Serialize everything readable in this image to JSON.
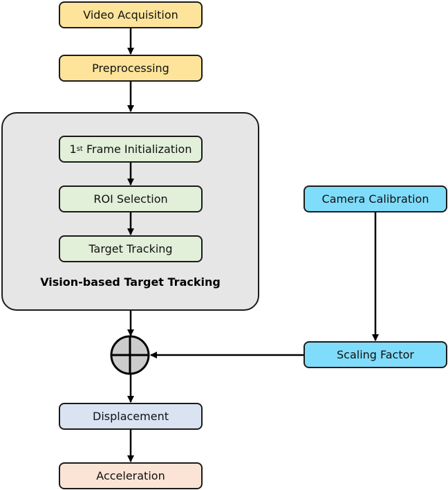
{
  "nodes": {
    "video_acquisition": "Video Acquisition",
    "preprocessing": "Preprocessing",
    "first_frame_prefix": "1",
    "first_frame_sup": "st",
    "first_frame_suffix": " Frame Initialization",
    "roi_selection": "ROI Selection",
    "target_tracking": "Target Tracking",
    "group_title": "Vision-based Target Tracking",
    "camera_calibration": "Camera Calibration",
    "scaling_factor": "Scaling Factor",
    "displacement": "Displacement",
    "acceleration": "Acceleration"
  },
  "colors": {
    "yellow": "#fde49a",
    "green": "#e2efd9",
    "cyan": "#80dcfb",
    "blue": "#dae3f2",
    "peach": "#fbe4d6",
    "group_bg": "#e6e6e6",
    "summing_junction": "#cccccc"
  }
}
